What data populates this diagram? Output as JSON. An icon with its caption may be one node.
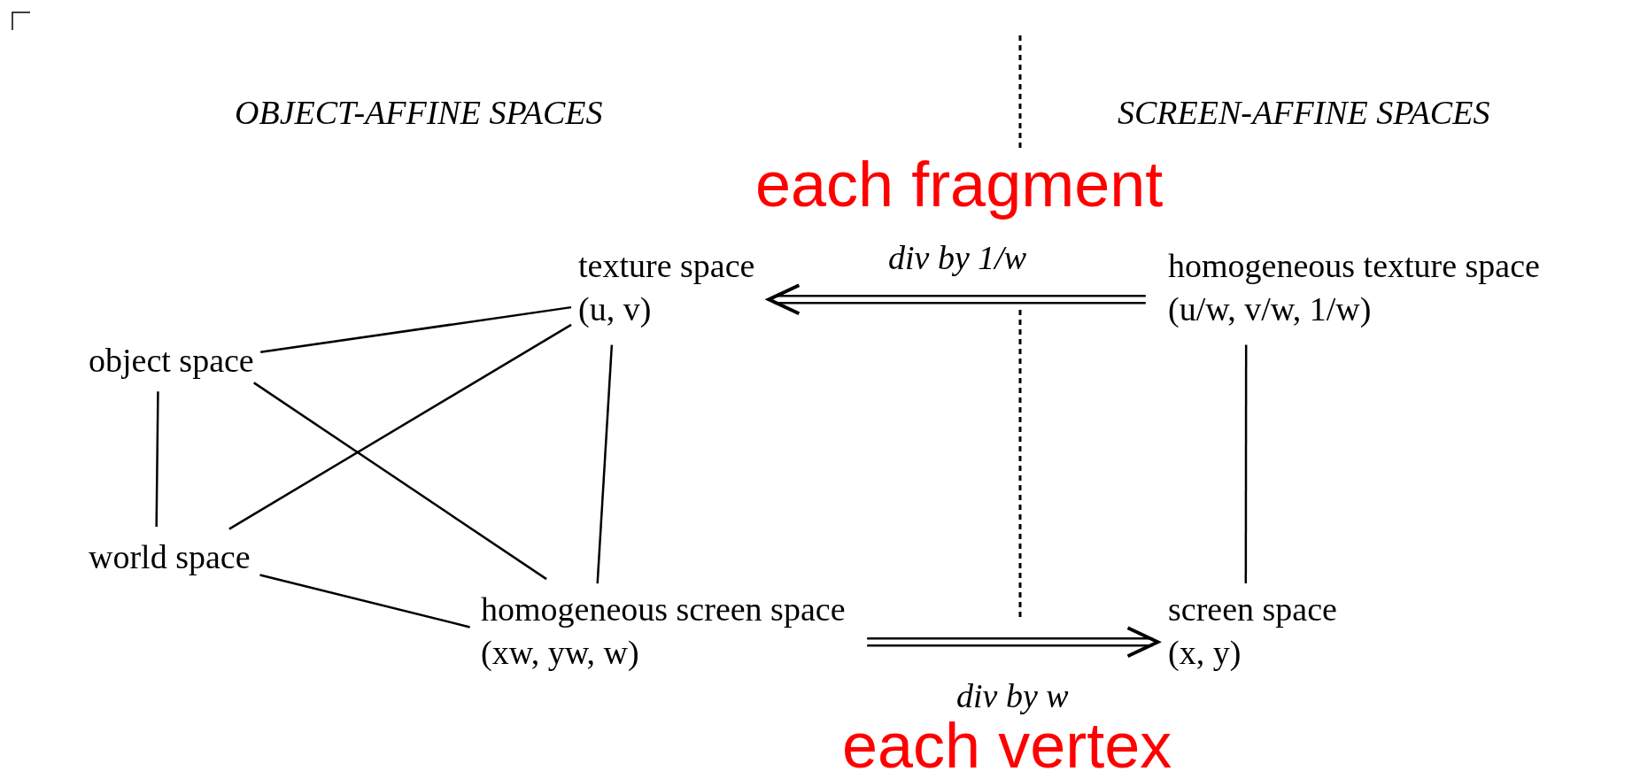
{
  "diagram": {
    "nodes": [
      {
        "text": [
          "object space"
        ]
      },
      {
        "text": [
          "world space"
        ]
      },
      {
        "text": [
          "texture space",
          "(u, v)"
        ]
      },
      {
        "text": [
          "homogeneous screen space",
          "(xw, yw, w)"
        ]
      },
      {
        "text": [
          "homogeneous texture space",
          "(u/w, v/w, 1/w)"
        ]
      },
      {
        "text": [
          "screen space",
          "(x, y)"
        ]
      }
    ],
    "edges": [
      {
        "from": 0,
        "to": 2,
        "arrow": "none"
      },
      {
        "from": 0,
        "to": 3,
        "arrow": "none"
      },
      {
        "from": 0,
        "to": 1,
        "arrow": "none"
      },
      {
        "from": 1,
        "to": 2,
        "arrow": "none"
      },
      {
        "from": 1,
        "to": 3,
        "arrow": "none"
      },
      {
        "from": 2,
        "to": 3,
        "arrow": "none"
      },
      {
        "from": 4,
        "to": 5,
        "arrow": "none"
      },
      {
        "from": 4,
        "to": 2,
        "arrow": "to",
        "label": "div by 1/w"
      },
      {
        "from": 3,
        "to": 5,
        "arrow": "to",
        "label": "div by w"
      }
    ],
    "labels": [
      "OBJECT-AFFINE SPACES",
      "SCREEN-AFFINE SPACES",
      "each fragment",
      "each vertex"
    ]
  }
}
